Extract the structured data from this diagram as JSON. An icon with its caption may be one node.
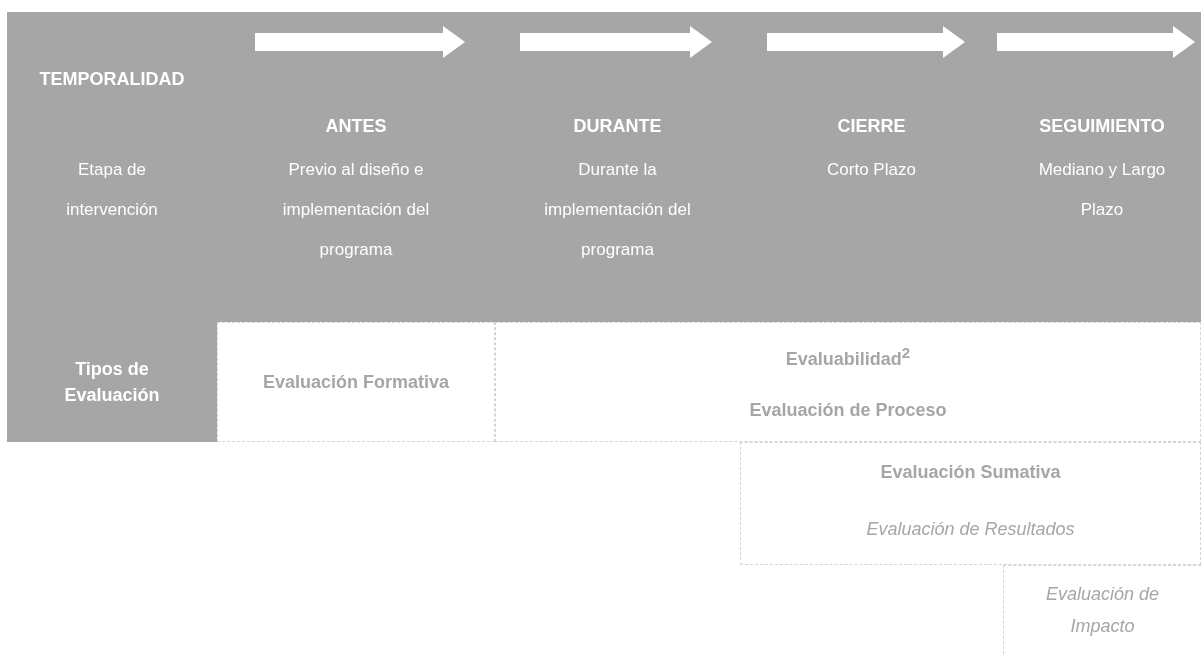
{
  "diagram": {
    "nodes": [
      {
        "text": [
          "TEMPORALIDAD",
          "Etapa de intervención"
        ]
      },
      {
        "text": [
          "ANTES",
          "Previo al diseño e implementación del programa"
        ]
      },
      {
        "text": [
          "DURANTE",
          "Durante la implementación del programa"
        ]
      },
      {
        "text": [
          "CIERRE",
          "Corto Plazo"
        ]
      },
      {
        "text": [
          "SEGUIMIENTO",
          "Mediano y Largo Plazo"
        ]
      },
      {
        "text": [
          "Tipos de Evaluación"
        ]
      },
      {
        "text": [
          "Evaluación Formativa"
        ]
      },
      {
        "text": [
          "Evaluabilidad$^{2}$",
          "Evaluación de Proceso"
        ]
      },
      {
        "text": [
          "Evaluación Sumativa",
          "Evaluación de Resultados"
        ]
      },
      {
        "text": [
          "Evaluación de Impacto"
        ]
      }
    ]
  }
}
